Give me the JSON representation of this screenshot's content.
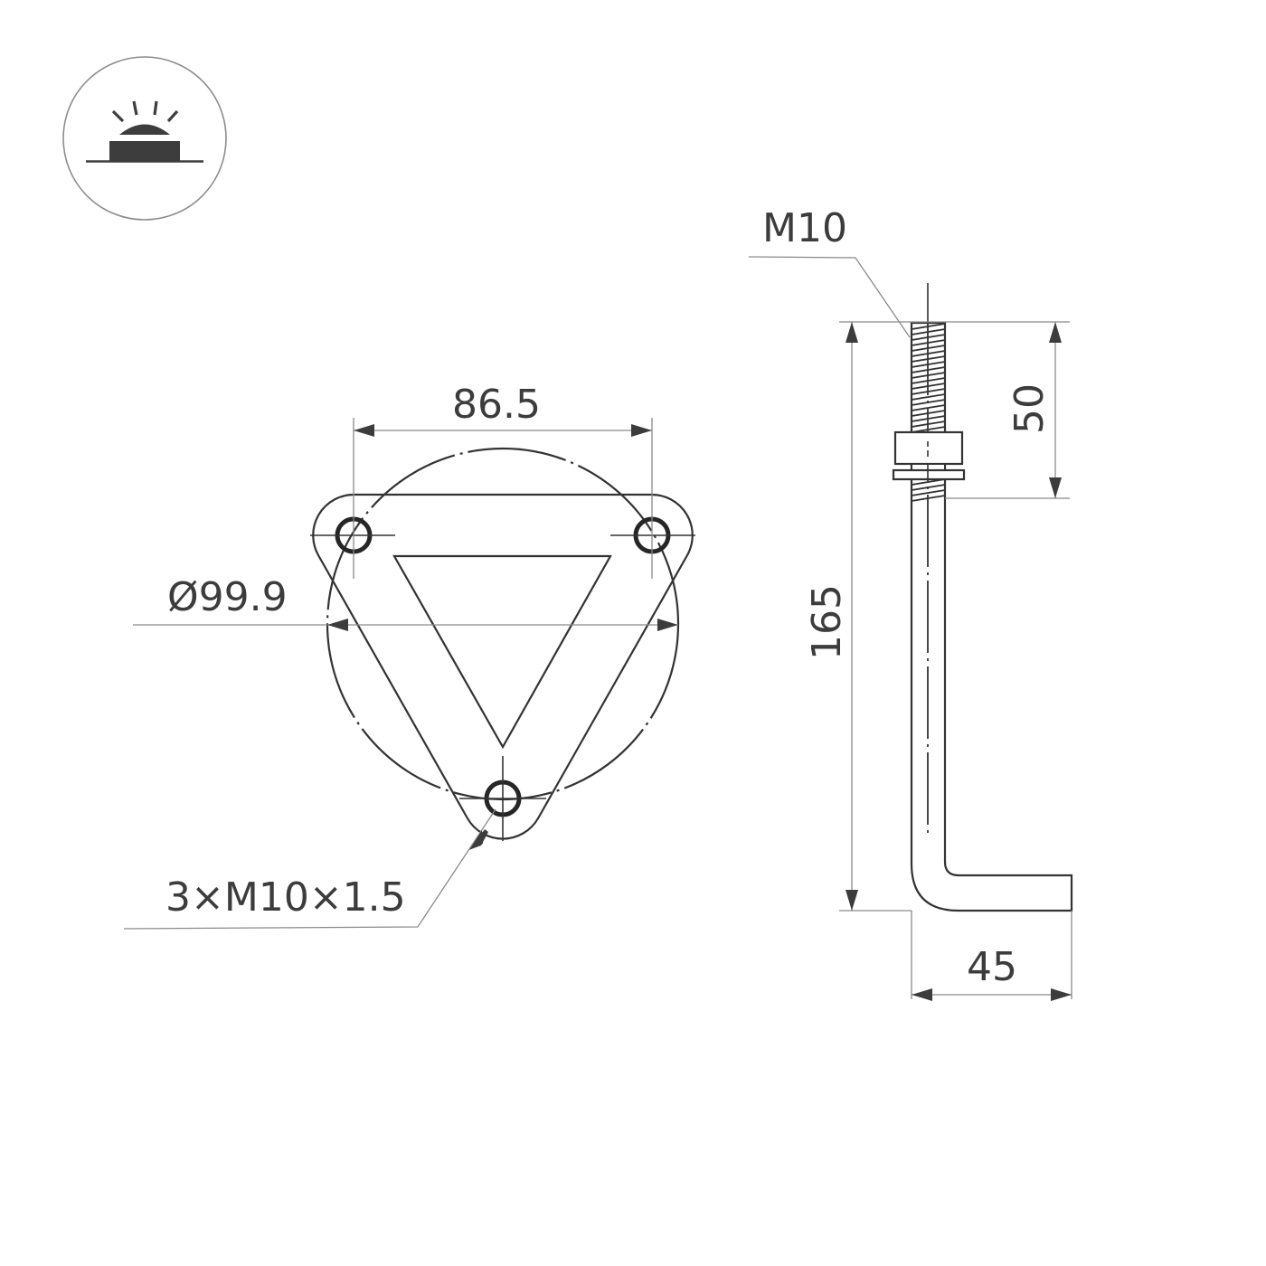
{
  "icon": {
    "name": "surface-mount-light-icon",
    "description": "Surface-mounted luminaire symbol: dome with rays on a rectangular base"
  },
  "front_view": {
    "hole_spacing_label": "86.5",
    "diameter_label": "Ø99.9",
    "holes_callout": "3×M10×1.5"
  },
  "side_view": {
    "thread_label": "M10",
    "thread_length_label": "50",
    "total_height_label": "165",
    "foot_length_label": "45"
  },
  "colors": {
    "line": "#333333",
    "dimension": "#8a8a8a",
    "text": "#3c3c3c",
    "icon_fill": "#3d3d3d",
    "background": "#ffffff"
  }
}
